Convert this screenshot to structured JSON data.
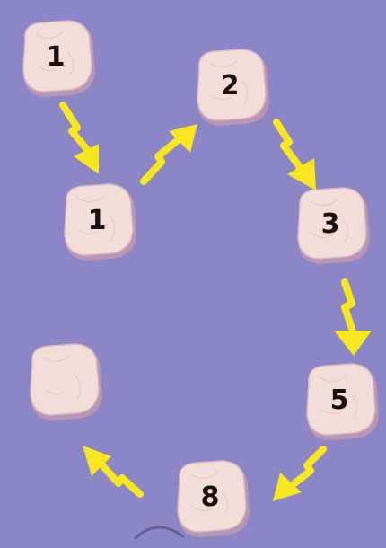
{
  "sequence": [
    {
      "id": "s1",
      "value": "1"
    },
    {
      "id": "s2",
      "value": "1"
    },
    {
      "id": "s3",
      "value": "2"
    },
    {
      "id": "s4",
      "value": "3"
    },
    {
      "id": "s5",
      "value": "5"
    },
    {
      "id": "s6",
      "value": "8"
    },
    {
      "id": "s7",
      "value": ""
    }
  ],
  "colors": {
    "background": "#8d86c6",
    "stone_face": "#f3ddd8",
    "stone_shadow": "#b995b6",
    "arrow": "#f6e71f"
  }
}
